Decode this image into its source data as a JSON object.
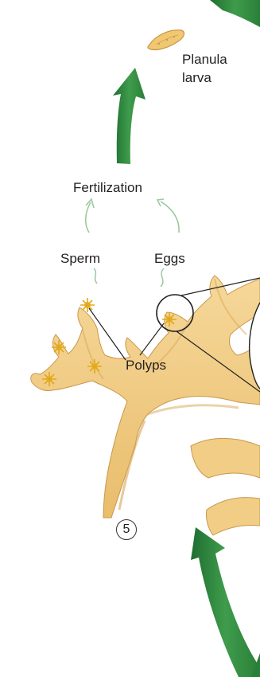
{
  "labels": {
    "planula": "Planula",
    "larva": "larva",
    "fertilization": "Fertilization",
    "sperm": "Sperm",
    "eggs": "Eggs",
    "polyps": "Polyps",
    "step_number": "5"
  },
  "colors": {
    "arrow_green": "#2f8a3e",
    "arrow_green_light": "#6bbf72",
    "small_arrow": "#9cc9a0",
    "colony_fill": "#f2cd86",
    "colony_shade": "#d9a553",
    "polyp_gold": "#e8b52a",
    "line_dark": "#222222"
  }
}
